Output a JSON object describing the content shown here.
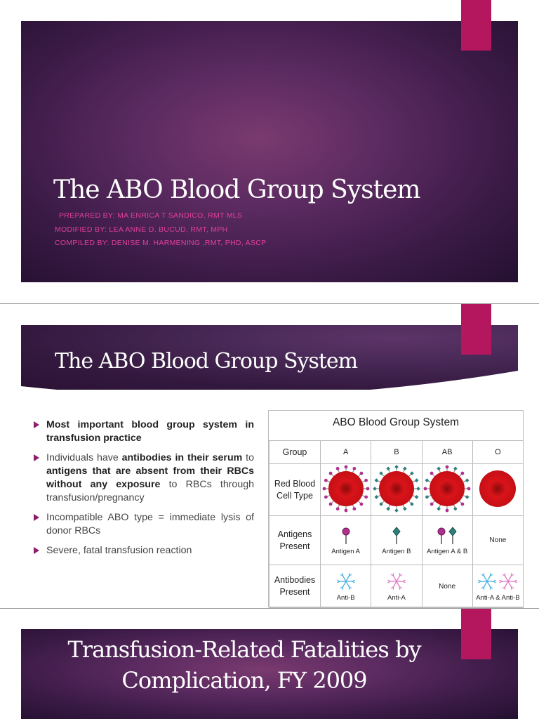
{
  "slide1": {
    "title": "The ABO Blood Group System",
    "credits": [
      "PREPARED BY: MA ENRICA T SANDICO, RMT MLS",
      "MODIFIED BY: LEA ANNE D. BUCUD, RMT, MPH",
      "COMPILED BY:  DENISE M. HARMENING ,RMT, PHD, ASCP"
    ]
  },
  "slide2": {
    "title": "The ABO Blood Group System",
    "bullets": {
      "b1": "Most important blood group system in transfusion practice",
      "b2_part1": "Individuals have ",
      "b2_part2": "antibodies in their serum",
      "b2_part3": " to ",
      "b2_part4": "antigens that are absent from their RBCs without any exposure",
      "b2_part5": " to RBCs through transfusion/pregnancy",
      "b3": "Incompatible ABO type = immediate lysis of donor RBCs",
      "b4": "Severe, fatal transfusion reaction"
    },
    "table": {
      "title": "ABO Blood Group System",
      "row_headers": {
        "group": "Group",
        "rbc": "Red Blood Cell Type",
        "antigens": "Antigens Present",
        "antibodies": "Antibodies Present"
      },
      "groups": [
        "A",
        "B",
        "AB",
        "O"
      ],
      "antigens": [
        "Antigen A",
        "Antigen B",
        "Antigen A & B",
        "None"
      ],
      "antibodies": [
        "Anti-B",
        "Anti-A",
        "None",
        "Anti-A & Anti-B"
      ],
      "colors": {
        "antigen_a": "#b0308f",
        "antigen_b": "#2f7f7a",
        "anti_b": "#4ab2e0",
        "anti_a": "#e07ac8",
        "rbc": "#d9141a"
      }
    }
  },
  "slide3": {
    "title_line1": "Transfusion-Related Fatalities by",
    "title_line2": "Complication, FY 2009"
  }
}
